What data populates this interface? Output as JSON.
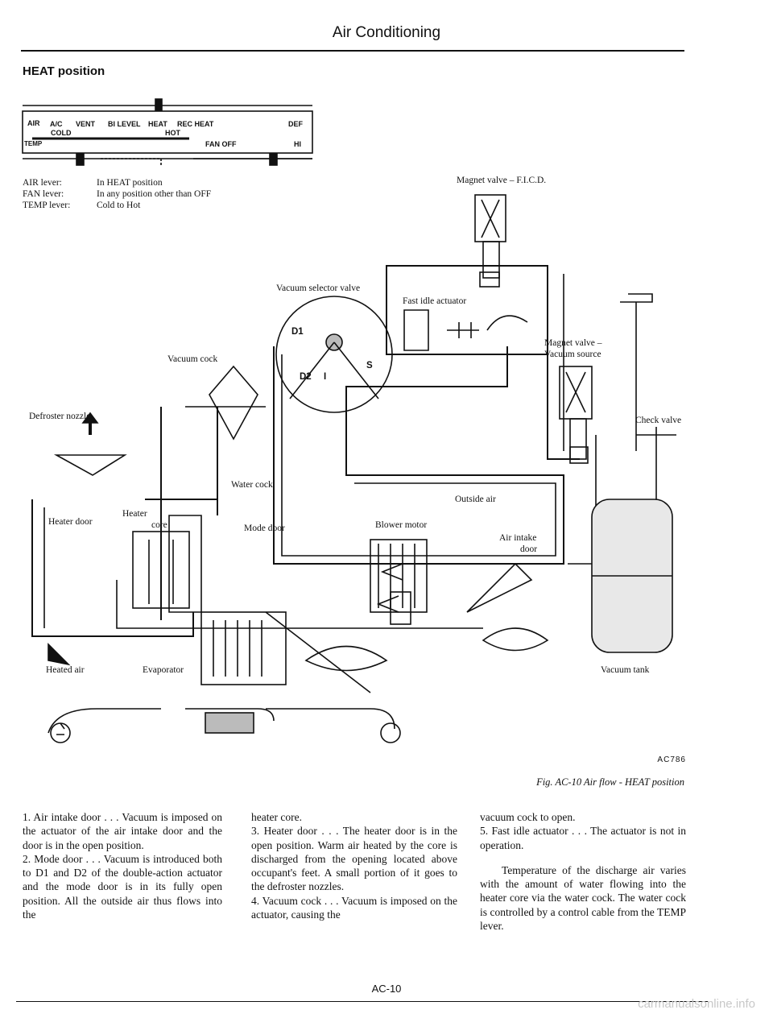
{
  "header": {
    "title": "Air Conditioning"
  },
  "section_title": "HEAT position",
  "control_panel": {
    "row1_label": "AIR",
    "air_modes": [
      "A/C",
      "VENT",
      "BI LEVEL",
      "HEAT",
      "REC HEAT",
      "DEF"
    ],
    "temp_label": "TEMP",
    "cold_label": "COLD",
    "hot_label": "HOT",
    "fan_off": "FAN OFF",
    "fan_hi": "HI"
  },
  "levers": [
    {
      "name": "AIR lever:",
      "setting": "In HEAT position"
    },
    {
      "name": "FAN lever:",
      "setting": "In any position other than OFF"
    },
    {
      "name": "TEMP lever:",
      "setting": "Cold to Hot"
    }
  ],
  "diagram_labels": {
    "magnet_fic": "Magnet valve – F.I.C.D.",
    "vacuum_selector": "Vacuum selector valve",
    "fast_idle": "Fast idle actuator",
    "magnet_vac": "Magnet valve –",
    "vacuum_source": "Vacuum source",
    "vacuum_cock": "Vacuum cock",
    "check_valve": "Check valve",
    "defroster_nozzle": "Defroster nozzle",
    "water_cock": "Water cock",
    "outside_air": "Outside air",
    "heater_door": "Heater door",
    "heater_core_1": "Heater",
    "heater_core_2": "core",
    "mode_door": "Mode door",
    "blower_motor": "Blower motor",
    "air_intake_1": "Air intake",
    "air_intake_2": "door",
    "heated_air": "Heated air",
    "evaporator": "Evaporator",
    "vacuum_tank": "Vacuum tank",
    "d1": "D1",
    "d2": "D2",
    "i": "I",
    "s": "S"
  },
  "figure": {
    "code": "AC786",
    "caption": "Fig. AC-10  Air flow - HEAT position"
  },
  "body": {
    "col1": [
      "1.  Air intake door . . . Vacuum is imposed on the actuator of the air intake door and the door is in the open position.",
      "2.  Mode door . . . Vacuum is introduced both to D1 and D2 of the double-action actuator and the mode door is in its fully open position. All the outside air thus flows into the"
    ],
    "col2": [
      "heater core.",
      "3.  Heater door . . . The heater door is in the open position. Warm air heated by the core is discharged from the opening located above occupant's feet. A small portion of it goes to the defroster nozzles.",
      "4.  Vacuum cock . . . Vacuum is imposed on the actuator, causing the"
    ],
    "col3": [
      "vacuum cock to open.",
      "5.  Fast idle actuator . . . The actuator is not in operation.",
      "Temperature of the discharge air varies with the amount of water flowing into the heater core via the water cock. The water cock is controlled by a control cable from the TEMP lever."
    ]
  },
  "page_number": "AC-10",
  "watermark": "carmanualsonline.info"
}
